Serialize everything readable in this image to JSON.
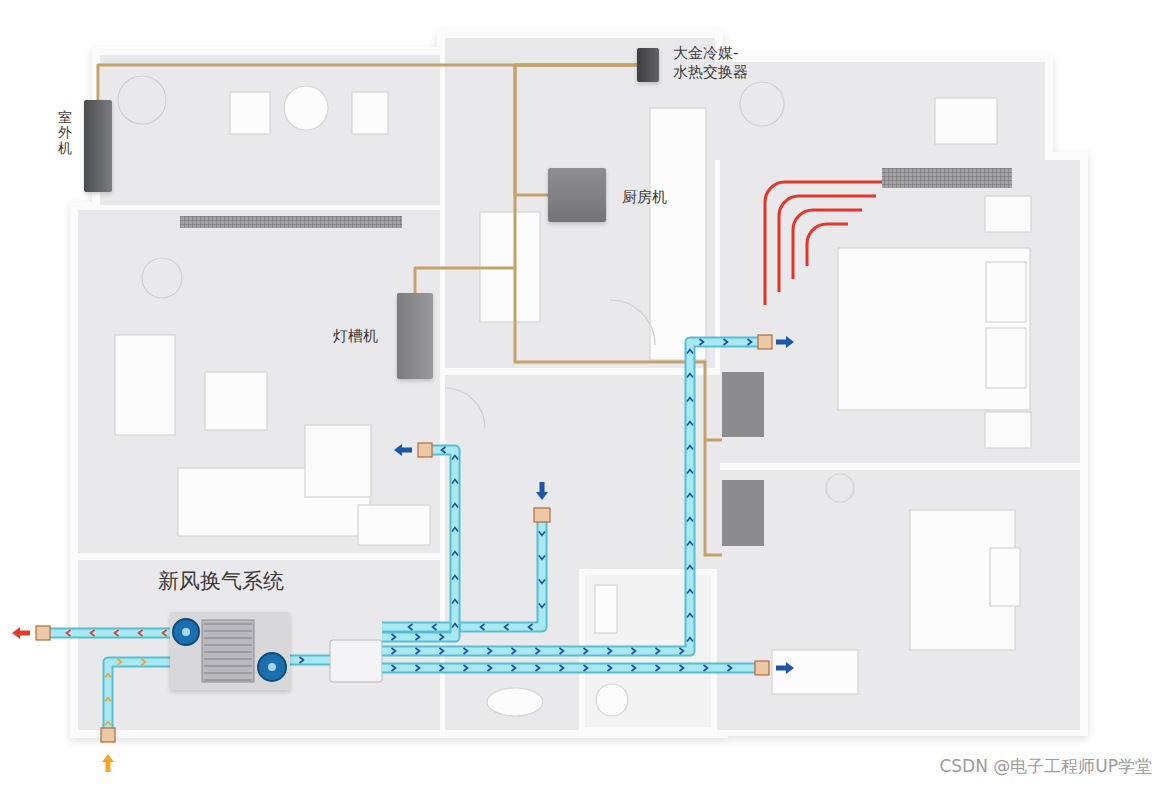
{
  "diagram": {
    "nodes": [
      {
        "text": [
          "室外机"
        ]
      },
      {
        "text": [
          "大金冷媒- 水热交换器"
        ]
      },
      {
        "text": [
          "厨房机"
        ]
      },
      {
        "text": [
          "灯槽机"
        ]
      },
      {
        "text": [
          "新风换气系统"
        ]
      }
    ],
    "edges": [
      {
        "from": 0,
        "to": 1,
        "arrow": "none"
      },
      {
        "from": 1,
        "to": 2,
        "arrow": "none"
      },
      {
        "from": 1,
        "to": 3,
        "arrow": "none"
      }
    ],
    "labels": [
      "CSDN @电子工程师UP学堂"
    ]
  }
}
